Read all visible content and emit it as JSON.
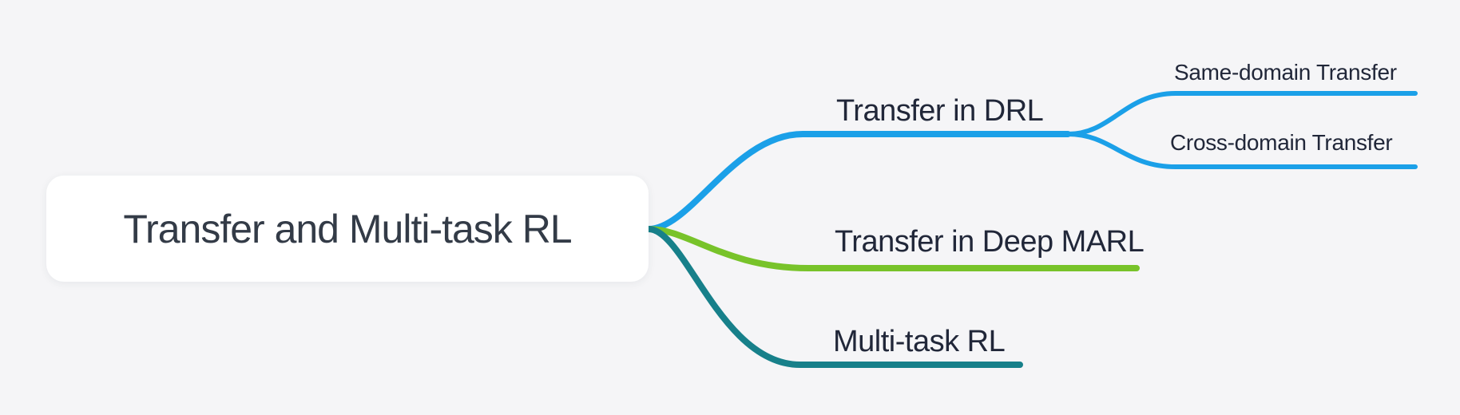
{
  "diagram": {
    "type": "mindmap",
    "background_color": "#f5f5f7",
    "root": {
      "label": "Transfer and Multi-task RL",
      "box_color": "#ffffff",
      "text_color": "#333b47"
    },
    "label_text_color": "#212739",
    "branches": [
      {
        "id": "transfer-in-drl",
        "label": "Transfer in DRL",
        "color": "#1ba0e8",
        "children": [
          {
            "id": "same-domain-transfer",
            "label": "Same-domain Transfer"
          },
          {
            "id": "cross-domain-transfer",
            "label": "Cross-domain Transfer"
          }
        ]
      },
      {
        "id": "transfer-in-deep-marl",
        "label": "Transfer in Deep MARL",
        "color": "#78c32a",
        "children": []
      },
      {
        "id": "multi-task-rl",
        "label": "Multi-task RL",
        "color": "#17808a",
        "children": []
      }
    ]
  }
}
